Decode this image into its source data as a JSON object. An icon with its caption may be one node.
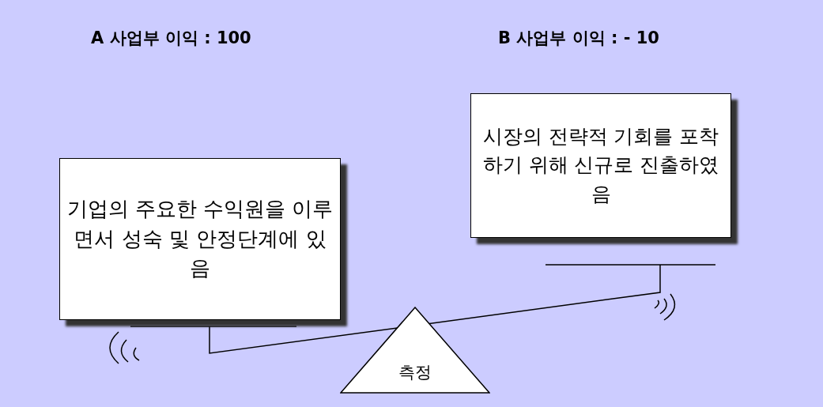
{
  "diagram": {
    "nodes": [
      {
        "text": [
          "기업의 주요한 수익원을 이루면서 성숙 및 안정단계에 있음"
        ]
      },
      {
        "text": [
          "시장의 전략적 기회를 포착하기 위해 신규로 진출하였음"
        ]
      },
      {
        "text": [
          "측정"
        ]
      }
    ],
    "labels": [
      "A 사업부 이익 : 100",
      "B 사업부 이익 : - 10"
    ]
  }
}
